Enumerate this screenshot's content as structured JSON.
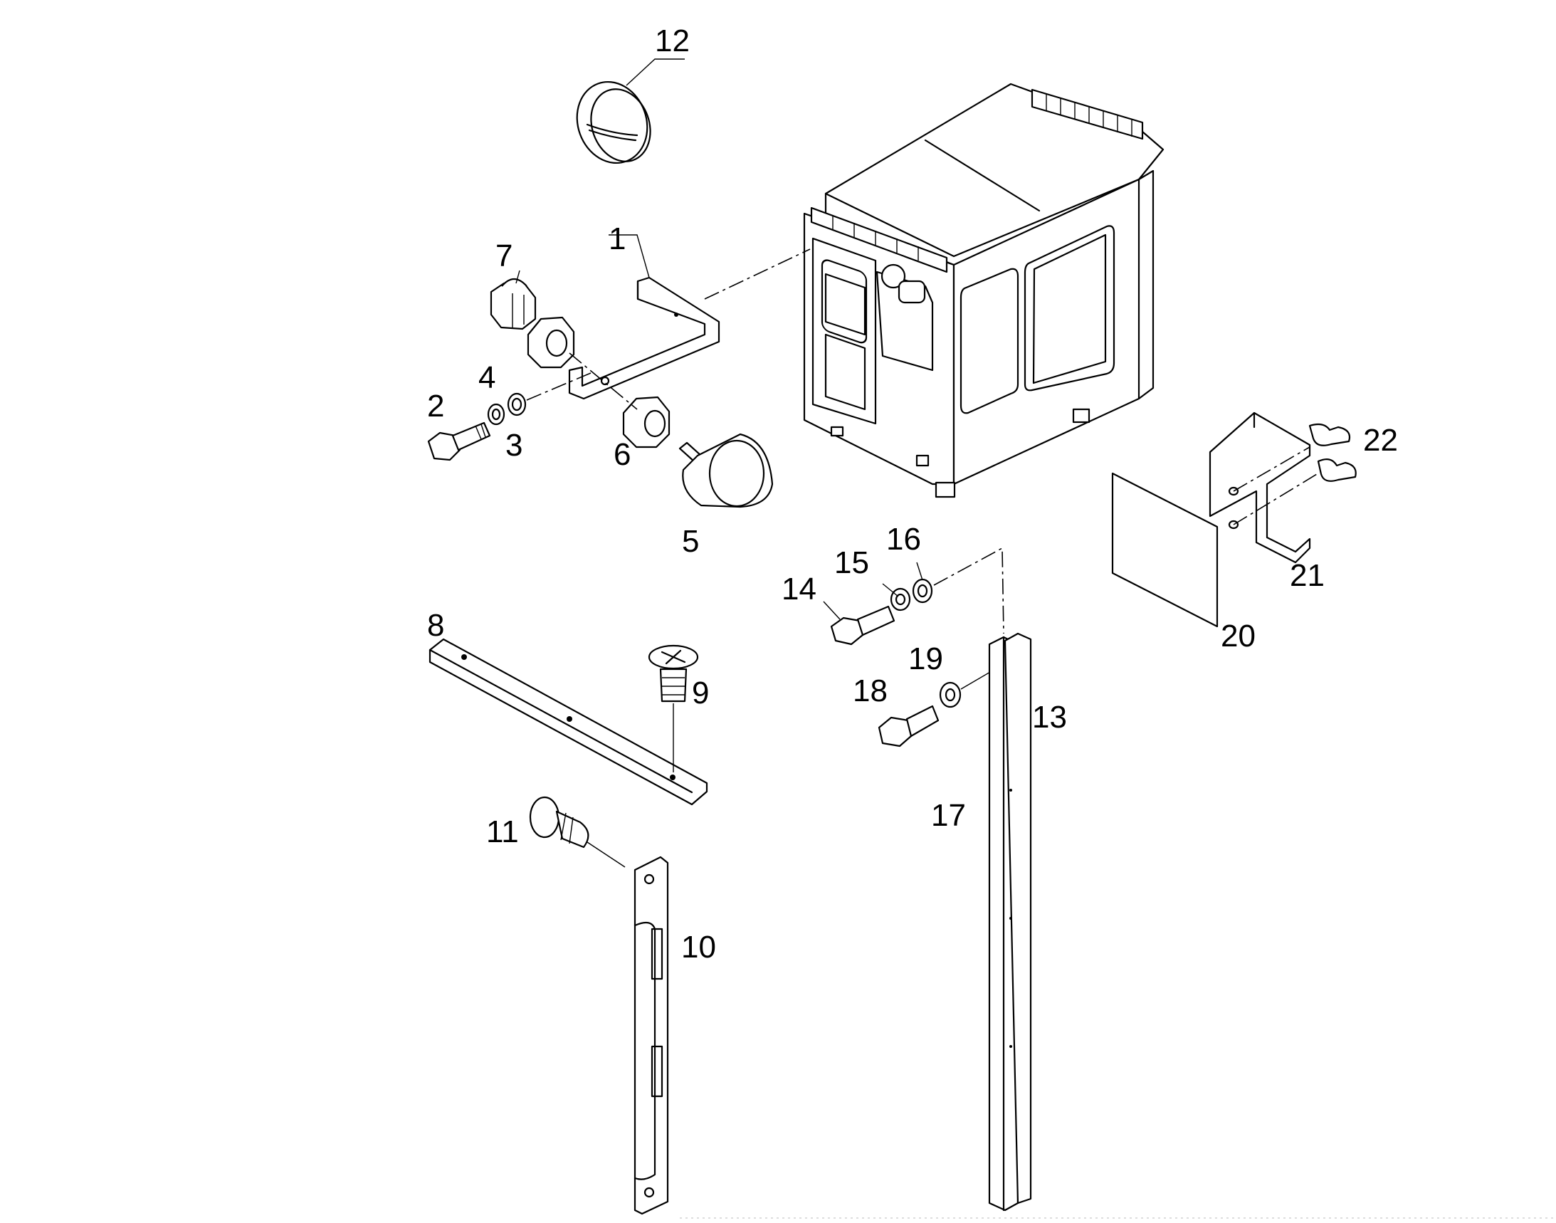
{
  "diagram": {
    "type": "exploded-parts-view",
    "callouts": [
      {
        "id": "c1",
        "label": "1"
      },
      {
        "id": "c2",
        "label": "2"
      },
      {
        "id": "c3",
        "label": "3"
      },
      {
        "id": "c4",
        "label": "4"
      },
      {
        "id": "c5",
        "label": "5"
      },
      {
        "id": "c6",
        "label": "6"
      },
      {
        "id": "c7",
        "label": "7"
      },
      {
        "id": "c8",
        "label": "8"
      },
      {
        "id": "c9",
        "label": "9"
      },
      {
        "id": "c10",
        "label": "10"
      },
      {
        "id": "c11",
        "label": "11"
      },
      {
        "id": "c12",
        "label": "12"
      },
      {
        "id": "c13",
        "label": "13"
      },
      {
        "id": "c14",
        "label": "14"
      },
      {
        "id": "c15",
        "label": "15"
      },
      {
        "id": "c16",
        "label": "16"
      },
      {
        "id": "c17",
        "label": "17"
      },
      {
        "id": "c18",
        "label": "18"
      },
      {
        "id": "c19",
        "label": "19"
      },
      {
        "id": "c20",
        "label": "20"
      },
      {
        "id": "c21",
        "label": "21"
      },
      {
        "id": "c22",
        "label": "22"
      }
    ],
    "colors": {
      "line": "#000000",
      "background": "#ffffff"
    }
  }
}
